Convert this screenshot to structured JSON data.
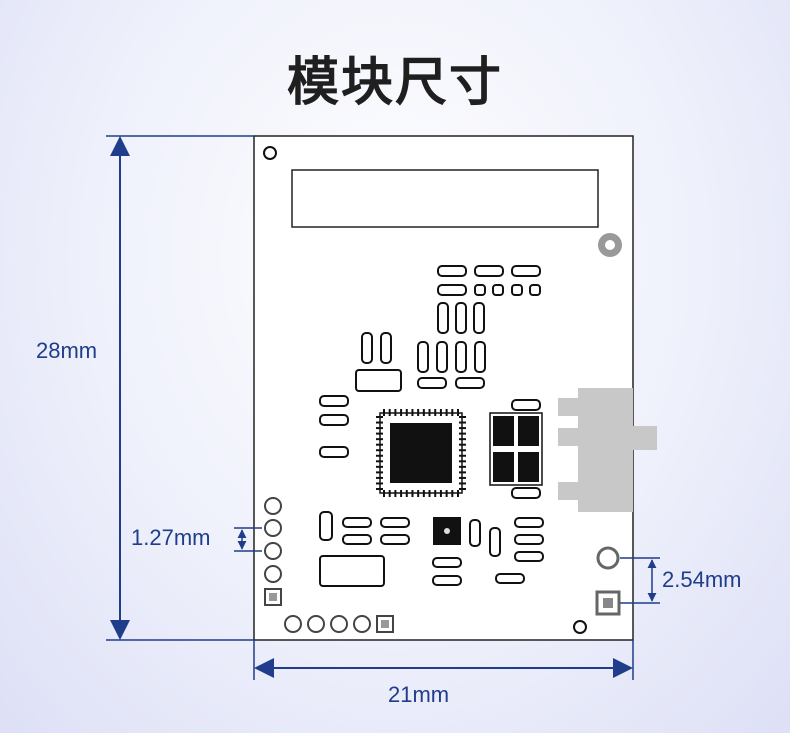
{
  "title": "模块尺寸",
  "dimensions": {
    "height": "28mm",
    "width": "21mm",
    "pin_pitch_small": "1.27mm",
    "pin_pitch_large": "2.54mm"
  },
  "colors": {
    "dimension_line": "#1f3d8a",
    "board_outline": "#222222",
    "component": "#111111",
    "connector_fill": "#c8c8c8"
  }
}
